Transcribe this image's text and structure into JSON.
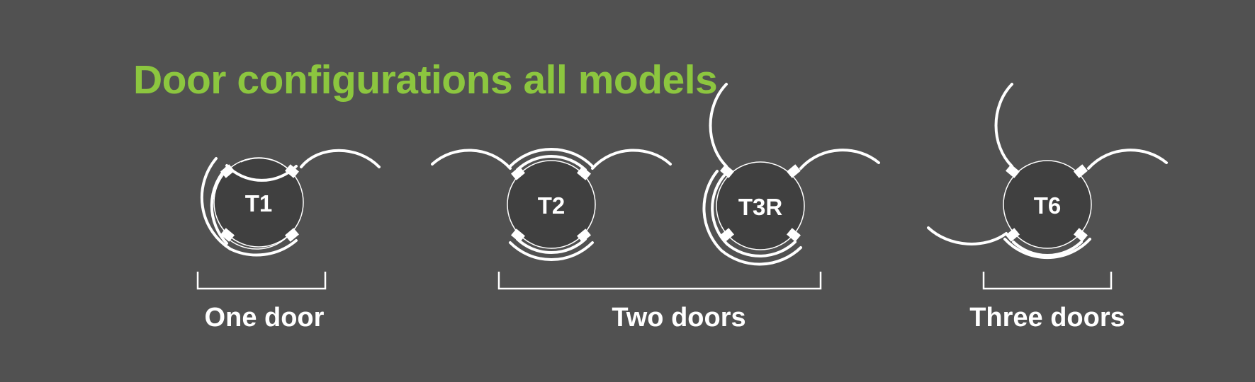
{
  "title": "Door configurations all models",
  "colors": {
    "background": "#515151",
    "title": "#8cc63f",
    "lines": "#ffffff",
    "core": "#404040"
  },
  "models": [
    {
      "label": "T1"
    },
    {
      "label": "T2"
    },
    {
      "label": "T3R"
    },
    {
      "label": "T6"
    }
  ],
  "groups": [
    {
      "label": "One door"
    },
    {
      "label": "Two doors"
    },
    {
      "label": "Three doors"
    }
  ]
}
